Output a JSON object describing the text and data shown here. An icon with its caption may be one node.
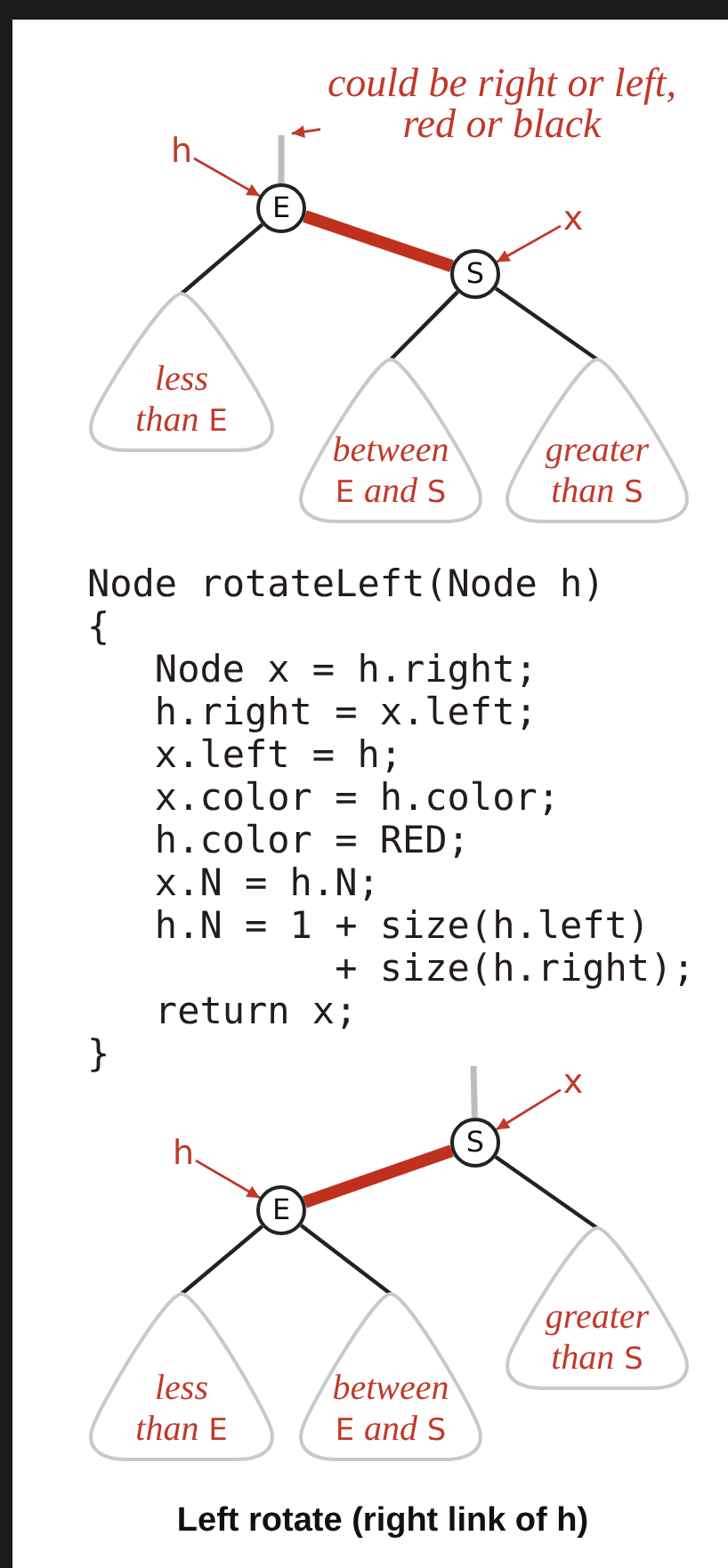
{
  "diagram": {
    "caption": "Left rotate (right link of h)",
    "nodes": [
      {
        "text": [
          "could be right or left, red or black"
        ]
      },
      {
        "text": [
          "h"
        ]
      },
      {
        "text": [
          "E"
        ]
      },
      {
        "text": [
          "x"
        ]
      },
      {
        "text": [
          "S"
        ]
      },
      {
        "text": [
          "*less than* E"
        ]
      },
      {
        "text": [
          "*between* E *and* S"
        ]
      },
      {
        "text": [
          "*greater than* S"
        ]
      },
      {
        "text": [
          "x"
        ]
      },
      {
        "text": [
          "S"
        ]
      },
      {
        "text": [
          "h"
        ]
      },
      {
        "text": [
          "E"
        ]
      },
      {
        "text": [
          "*less than* E"
        ]
      },
      {
        "text": [
          "*between* E *and* S"
        ]
      },
      {
        "text": [
          "*greater than* S"
        ]
      }
    ],
    "edges": [
      {
        "from": null,
        "to": 2,
        "arrow": "none",
        "color": "#bdbdbd"
      },
      {
        "from": 0,
        "to": null,
        "arrow": "to",
        "color": "#c0392b"
      },
      {
        "from": 1,
        "to": 2,
        "arrow": "to",
        "color": "#c0392b"
      },
      {
        "from": 3,
        "to": 4,
        "arrow": "to",
        "color": "#c0392b"
      },
      {
        "from": 2,
        "to": 4,
        "arrow": "none",
        "style": "thick",
        "color": "#c0301e"
      },
      {
        "from": 2,
        "to": 5,
        "arrow": "none"
      },
      {
        "from": 4,
        "to": 6,
        "arrow": "none"
      },
      {
        "from": 4,
        "to": 7,
        "arrow": "none"
      },
      {
        "from": null,
        "to": 9,
        "arrow": "none",
        "color": "#bdbdbd"
      },
      {
        "from": 8,
        "to": 9,
        "arrow": "to",
        "color": "#c0392b"
      },
      {
        "from": 10,
        "to": 11,
        "arrow": "to",
        "color": "#c0392b"
      },
      {
        "from": 9,
        "to": 11,
        "arrow": "none",
        "style": "thick",
        "color": "#c0301e"
      },
      {
        "from": 11,
        "to": 12,
        "arrow": "none"
      },
      {
        "from": 11,
        "to": 13,
        "arrow": "none"
      },
      {
        "from": 9,
        "to": 14,
        "arrow": "none"
      }
    ],
    "labels": [
      "Node rotateLeft(Node h)",
      "{",
      "Node x = h.right;",
      "h.right = x.left;",
      "x.left = h;",
      "x.color = h.color;",
      "h.color = RED;",
      "x.N = h.N;",
      "h.N = 1 + size(h.left)",
      "+ size(h.right);",
      "return x;",
      "}"
    ]
  }
}
